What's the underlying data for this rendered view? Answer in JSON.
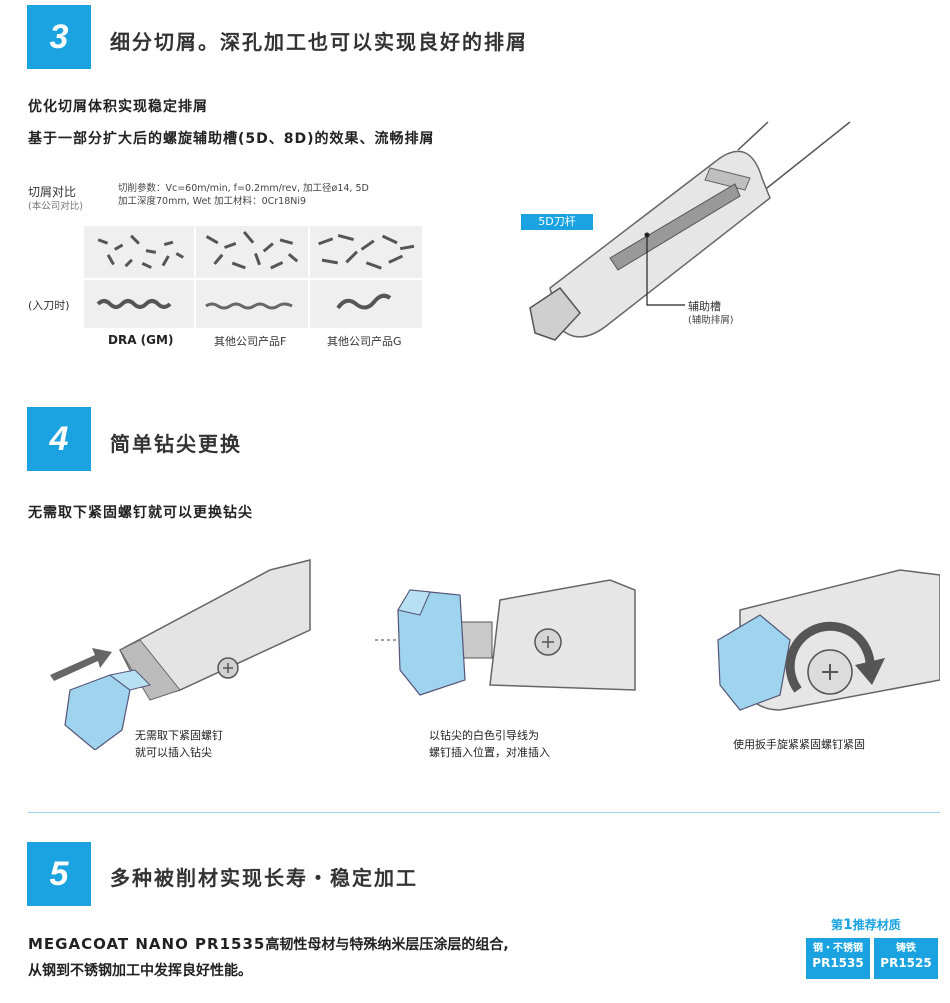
{
  "section3": {
    "number": "3",
    "title": "细分切屑。深孔加工也可以实现良好的排屑",
    "sub1": "优化切屑体积实现稳定排屑",
    "sub2": "基于一部分扩大后的螺旋辅助槽(5D、8D)的效果、流畅排屑",
    "compare_label": "切屑对比",
    "compare_note": "(本公司对比)",
    "params_line1": "切削参数：Vc=60m/min, f=0.2mm/rev, 加工径ø14, 5D",
    "params_line2": "加工深度70mm, Wet  加工材料：0Cr18Ni9",
    "entry_label": "(入刀时)",
    "products": [
      "DRA (GM)",
      "其他公司产品F",
      "其他公司产品G"
    ],
    "tool_tag": "5D刀杆",
    "groove_label": "辅助槽",
    "groove_note": "(辅助排屑)"
  },
  "section4": {
    "number": "4",
    "title": "简单钻尖更换",
    "sub": "无需取下紧固螺钉就可以更换钻尖",
    "step1_line1": "无需取下紧固螺钉",
    "step1_line2": "就可以插入钻尖",
    "step2_line1": "以钻尖的白色引导线为",
    "step2_line2": "螺钉插入位置，对准插入",
    "step3": "使用扳手旋紧紧固螺钉紧固"
  },
  "section5": {
    "number": "5",
    "title": "多种被削材实现长寿・稳定加工",
    "desc_bold": "MEGACOAT NANO PR1535",
    "desc_rest": "高韧性母材与特殊纳米层压涂层的组合,",
    "desc_line2": "从钢到不锈钢加工中发挥良好性能。",
    "rec_prefix": "第",
    "rec_num": "1",
    "rec_suffix": "推荐材质",
    "badges": [
      {
        "label": "钢・不锈钢",
        "grade": "PR1535"
      },
      {
        "label": "铸铁",
        "grade": "PR1525"
      }
    ]
  },
  "colors": {
    "accent": "#1aa3e0",
    "tip": "#9fd4ee"
  }
}
